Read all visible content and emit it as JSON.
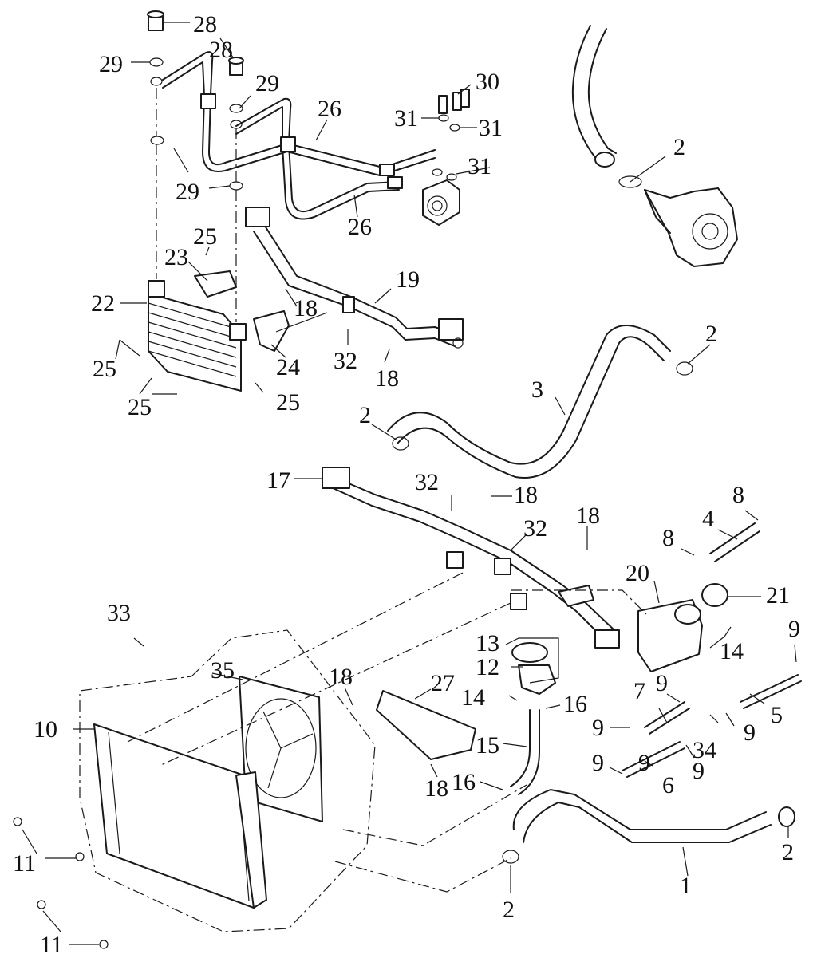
{
  "diagram": {
    "callouts": [
      "28",
      "29",
      "28",
      "29",
      "26",
      "30",
      "31",
      "31",
      "31",
      "29",
      "26",
      "2",
      "25",
      "23",
      "19",
      "22",
      "18",
      "18",
      "32",
      "24",
      "25",
      "25",
      "25",
      "2",
      "3",
      "2",
      "17",
      "32",
      "18",
      "18",
      "32",
      "8",
      "4",
      "8",
      "20",
      "21",
      "33",
      "14",
      "9",
      "35",
      "18",
      "13",
      "12",
      "27",
      "14",
      "16",
      "9",
      "7",
      "10",
      "9",
      "5",
      "15",
      "9",
      "9",
      "34",
      "9",
      "18",
      "16",
      "6",
      "9",
      "2",
      "11",
      "1",
      "2",
      "11"
    ]
  }
}
